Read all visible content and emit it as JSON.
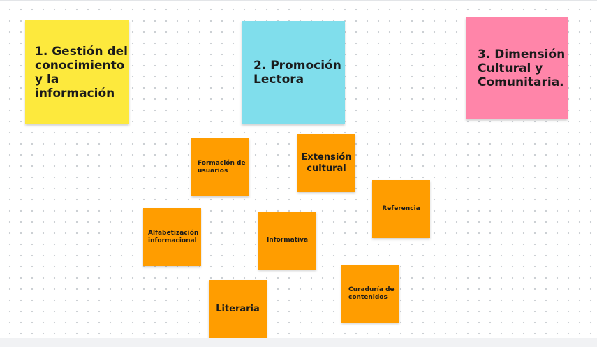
{
  "colors": {
    "yellow_note": "#fde93d",
    "cyan_note": "#80deec",
    "pink_note": "#ff85a9",
    "orange_note": "#ff9d00"
  },
  "board": {
    "big_notes": [
      {
        "text": "1. Gestión del\nconocimiento\ny la\ninformación",
        "color": "yellow_note"
      },
      {
        "text": "2. Promoción\nLectora",
        "color": "cyan_note"
      },
      {
        "text": "3. Dimensión\nCultural y\nComunitaria.",
        "color": "pink_note"
      }
    ],
    "small_notes": [
      {
        "text": "Formación de\nusuarios"
      },
      {
        "text": "Extensión\ncultural"
      },
      {
        "text": "Referencia"
      },
      {
        "text": "Alfabetización\ninformacional"
      },
      {
        "text": "Informativa"
      },
      {
        "text": "Curaduría de\ncontenidos"
      },
      {
        "text": "Literaria"
      }
    ]
  }
}
